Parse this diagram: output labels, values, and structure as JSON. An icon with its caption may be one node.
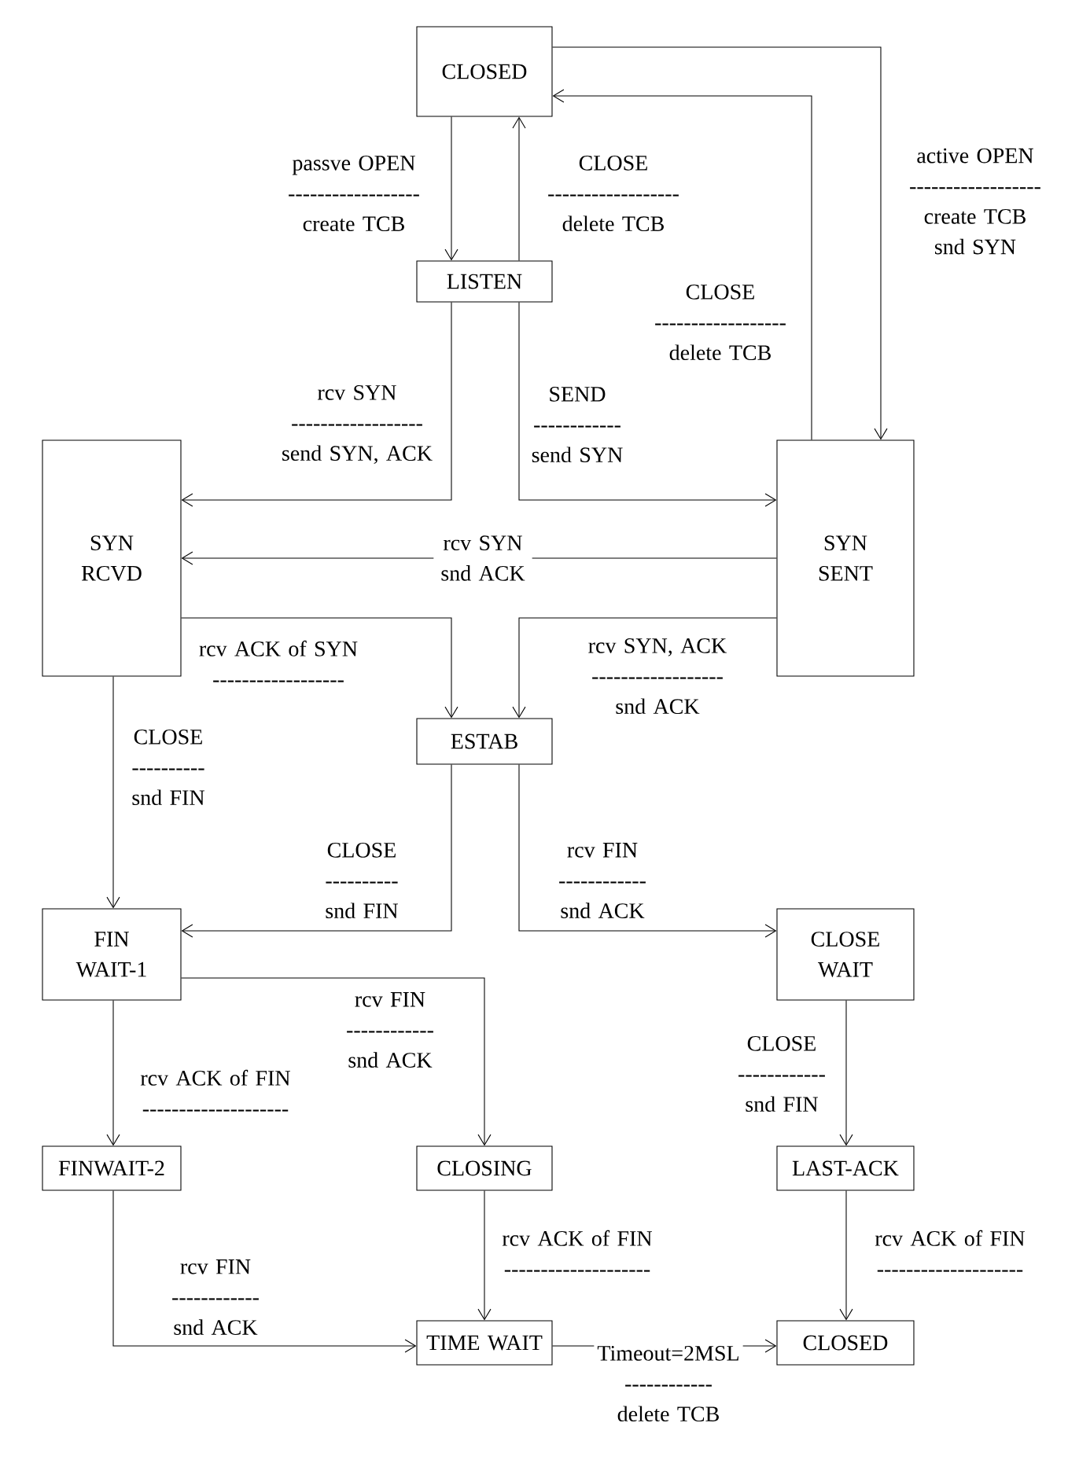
{
  "diagram": {
    "nodes": [
      {
        "text": [
          "CLOSED"
        ]
      },
      {
        "text": [
          "LISTEN"
        ]
      },
      {
        "text": [
          "SYN RCVD"
        ]
      },
      {
        "text": [
          "SYN SENT"
        ]
      },
      {
        "text": [
          "ESTAB"
        ]
      },
      {
        "text": [
          "FIN WAIT-1"
        ]
      },
      {
        "text": [
          "CLOSE WAIT"
        ]
      },
      {
        "text": [
          "FINWAIT-2"
        ]
      },
      {
        "text": [
          "CLOSING"
        ]
      },
      {
        "text": [
          "LAST-ACK"
        ]
      },
      {
        "text": [
          "TIME WAIT"
        ]
      },
      {
        "text": [
          "CLOSED"
        ]
      }
    ],
    "edges": [
      {
        "from": 0,
        "to": 1,
        "arrow": "to",
        "label": "passve OPEN ------------------ create TCB"
      },
      {
        "from": 1,
        "to": 0,
        "arrow": "to",
        "label": "CLOSE ------------------ delete TCB"
      },
      {
        "from": 0,
        "to": 3,
        "arrow": "to",
        "label": "active OPEN ------------------ create TCB snd SYN"
      },
      {
        "from": 3,
        "to": 0,
        "arrow": "to",
        "label": "CLOSE ------------------ delete TCB"
      },
      {
        "from": 1,
        "to": 2,
        "arrow": "to",
        "label": "rcv SYN ------------------ send SYN, ACK"
      },
      {
        "from": 1,
        "to": 3,
        "arrow": "to",
        "label": "SEND ------------ send SYN"
      },
      {
        "from": 3,
        "to": 2,
        "arrow": "to",
        "label": "rcv SYN snd ACK"
      },
      {
        "from": 2,
        "to": 4,
        "arrow": "to",
        "label": "rcv ACK of SYN ------------------"
      },
      {
        "from": 3,
        "to": 4,
        "arrow": "to",
        "label": "rcv SYN, ACK ------------------ snd ACK"
      },
      {
        "from": 2,
        "to": 5,
        "arrow": "to",
        "label": "CLOSE ---------- snd FIN"
      },
      {
        "from": 4,
        "to": 5,
        "arrow": "to",
        "label": "CLOSE ---------- snd FIN"
      },
      {
        "from": 4,
        "to": 6,
        "arrow": "to",
        "label": "rcv FIN ------------ snd ACK"
      },
      {
        "from": 5,
        "to": 7,
        "arrow": "to",
        "label": "rcv ACK of FIN --------------------"
      },
      {
        "from": 5,
        "to": 8,
        "arrow": "to",
        "label": "rcv FIN ------------ snd ACK"
      },
      {
        "from": 6,
        "to": 9,
        "arrow": "to",
        "label": "CLOSE ------------ snd FIN"
      },
      {
        "from": 7,
        "to": 10,
        "arrow": "to",
        "label": "rcv FIN ------------ snd ACK"
      },
      {
        "from": 8,
        "to": 10,
        "arrow": "to",
        "label": "rcv ACK of FIN --------------------"
      },
      {
        "from": 9,
        "to": 11,
        "arrow": "to",
        "label": "rcv ACK of FIN --------------------"
      },
      {
        "from": 10,
        "to": 11,
        "arrow": "to",
        "label": "Timeout=2MSL ------------ delete TCB"
      }
    ]
  }
}
